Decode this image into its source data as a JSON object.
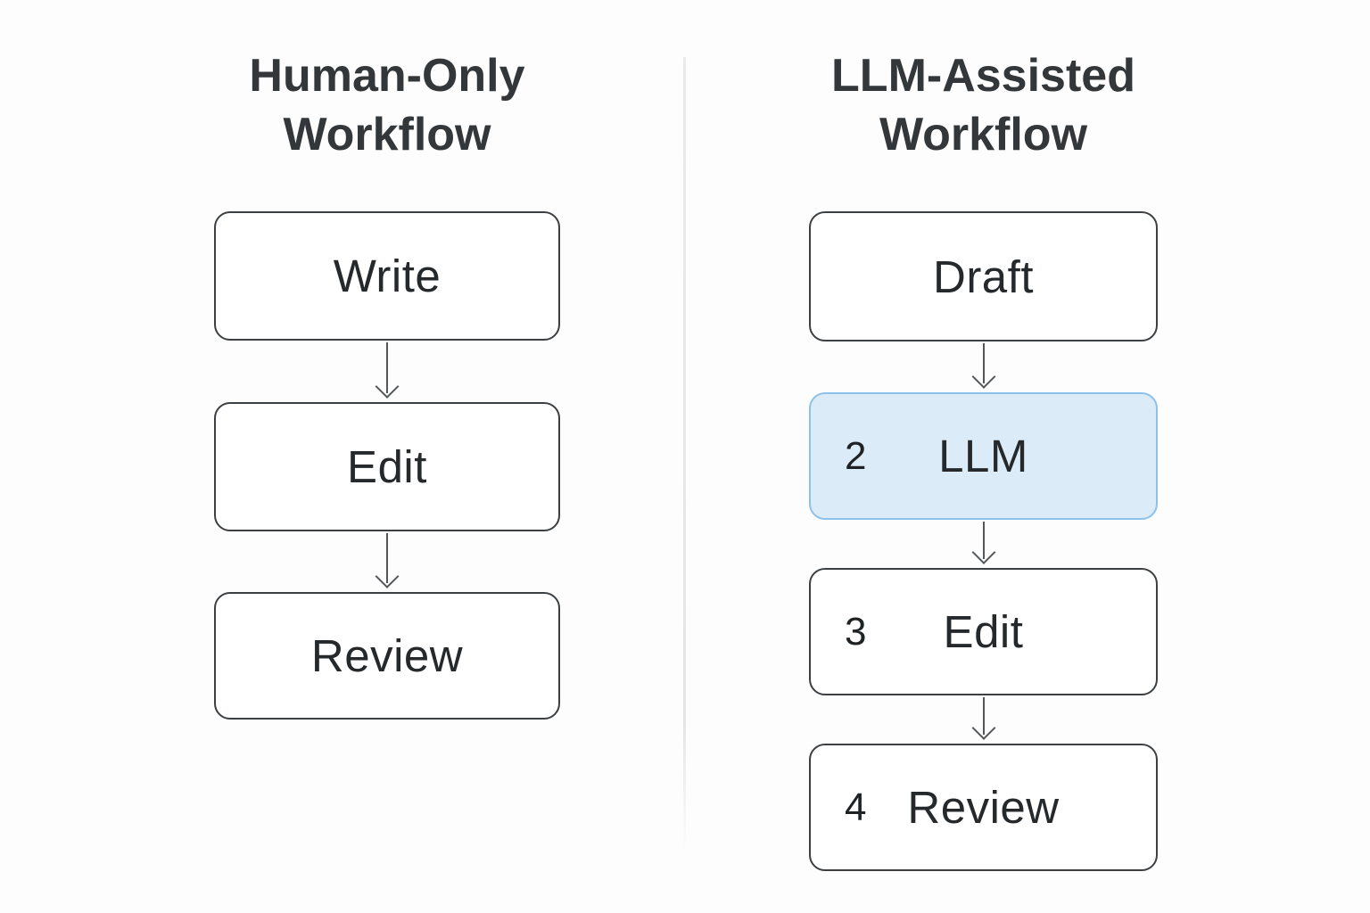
{
  "diagram": {
    "left_column": {
      "title_line1": "Human-Only",
      "title_line2": "Workflow",
      "steps": [
        {
          "label": "Write"
        },
        {
          "label": "Edit"
        },
        {
          "label": "Review"
        }
      ]
    },
    "right_column": {
      "title_line1": "LLM-Assisted",
      "title_line2": "Workflow",
      "steps": [
        {
          "label": "Draft"
        },
        {
          "label": "LLM",
          "number": "2",
          "highlighted": true
        },
        {
          "label": "Edit",
          "number": "3"
        },
        {
          "label": "Review",
          "number": "4"
        }
      ]
    },
    "colors": {
      "background": "#fdfdfd",
      "divider": "#e5e7e9",
      "box_background": "#ffffff",
      "box_border": "#3c4043",
      "highlight_background": "#dcebf8",
      "highlight_border": "#8cc1e9",
      "title_text": "#33373a",
      "step_text": "#26292b",
      "step_number_text": "#1f2224",
      "arrow": "#54575a"
    }
  }
}
